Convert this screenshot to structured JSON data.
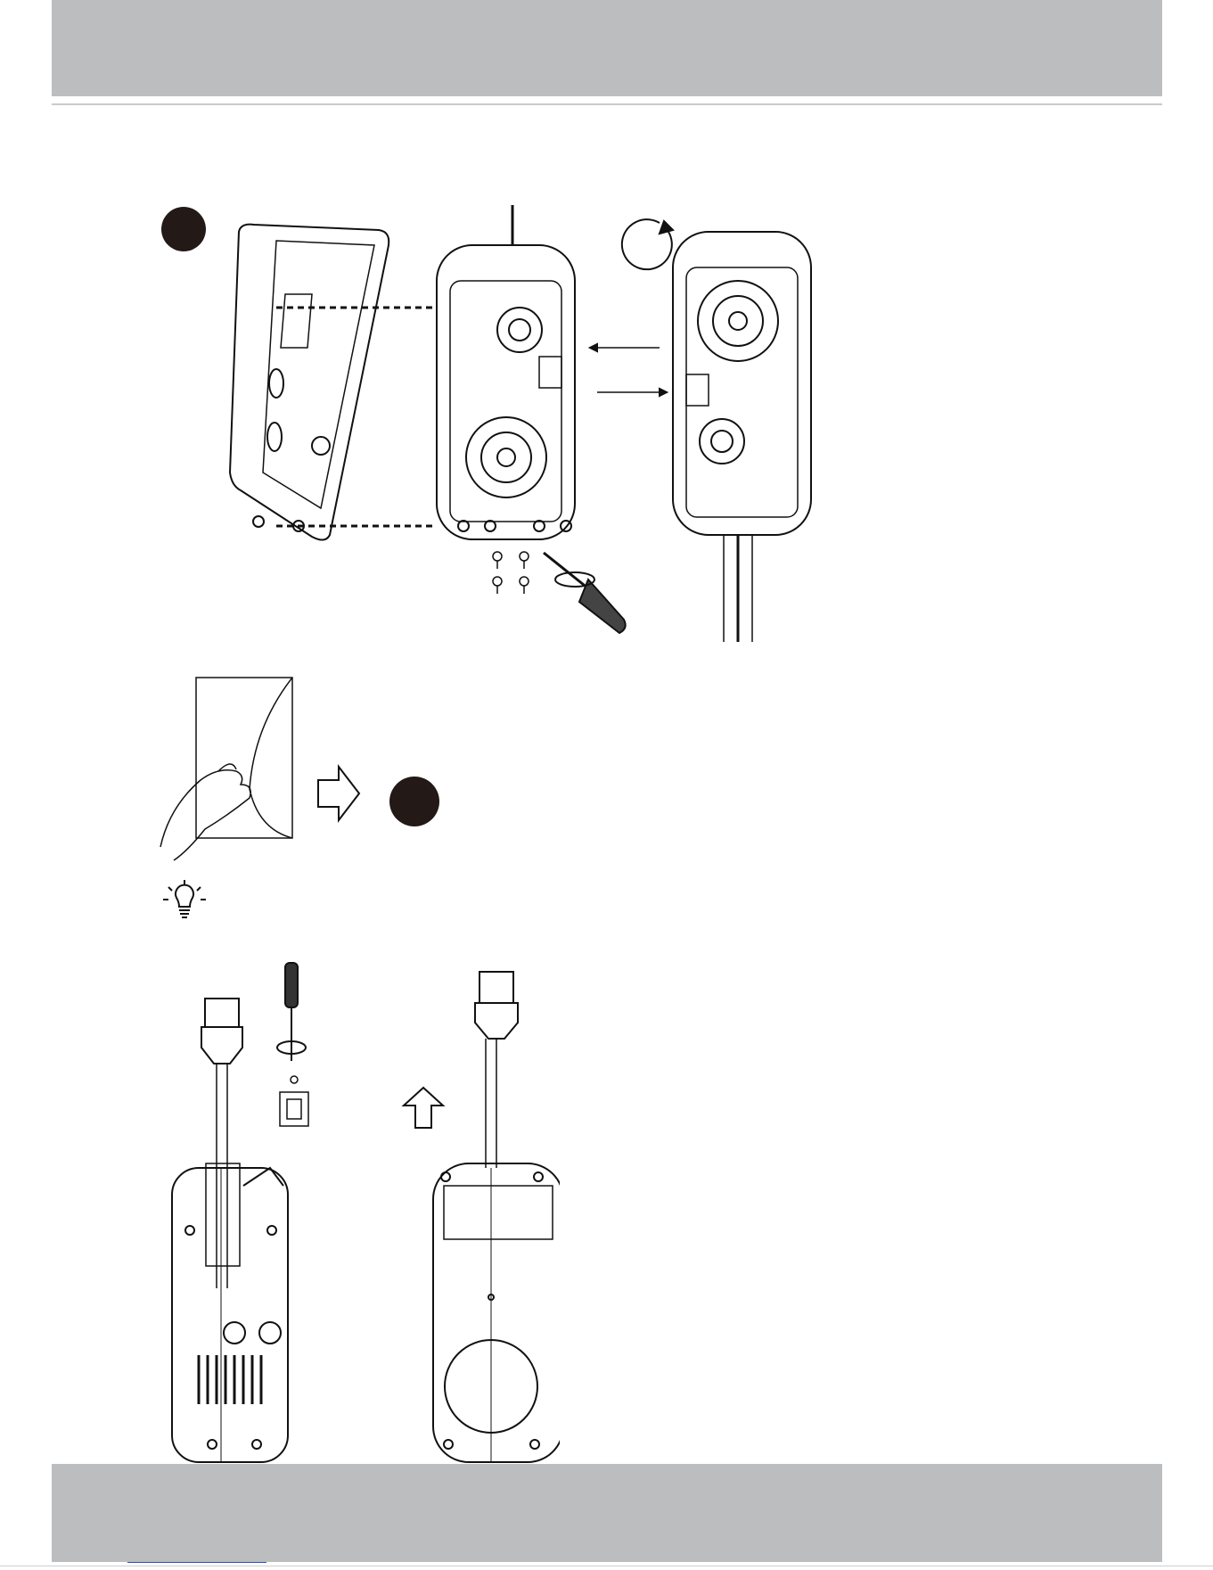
{
  "page": {
    "footer_page_mark": ""
  },
  "figures": [
    {
      "id": "cover-removal",
      "icons": [
        "back-cover",
        "camera-body-front",
        "camera-body-rotated",
        "rotate-icon",
        "screws",
        "screwdriver"
      ]
    },
    {
      "id": "peel-film",
      "icons": [
        "hand-peeling-film",
        "next-arrow"
      ]
    },
    {
      "id": "tip",
      "icons": [
        "lightbulb-icon"
      ]
    },
    {
      "id": "cable-gland",
      "icons": [
        "camera-back-with-cable",
        "screwdriver",
        "cable-clamp",
        "camera-front-with-cable",
        "up-arrow"
      ]
    }
  ],
  "colors": {
    "header_band": "#bcbdbf",
    "step_marker": "#231916",
    "line_art": "#111111"
  }
}
